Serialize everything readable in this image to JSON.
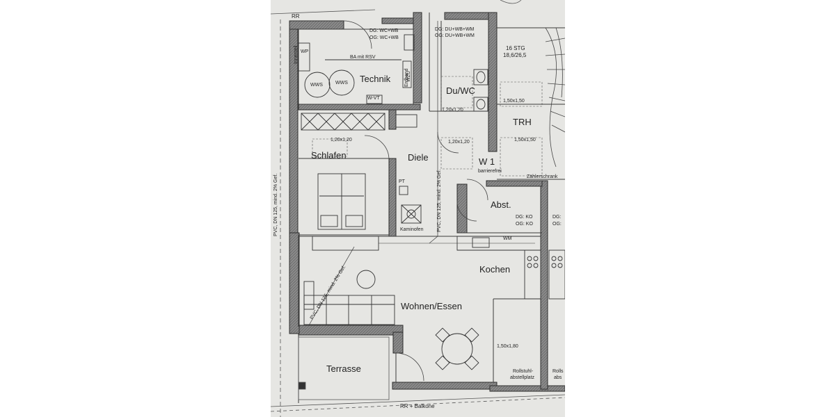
{
  "rooms": {
    "technik": "Technik",
    "du_wc": "Du/WC",
    "trh": "TRH",
    "schlafen": "Schlafen",
    "diele": "Diele",
    "w1": "W 1",
    "abst": "Abst.",
    "kochen": "Kochen",
    "wohnen": "Wohnen/Essen",
    "terrasse": "Terrasse"
  },
  "labels": {
    "rr_top": "RR",
    "rr_bottom": "RR + Balkone",
    "technik_dg": "DG: WC+WB",
    "technik_og": "OG: WC+WB",
    "duwc_dg": "DG: DU+WB+WM",
    "duwc_og": "OG: DU+WB+WM",
    "stairs_count": "16 STG",
    "stairs_dim": "18,6/26,5",
    "ba_rsv": "BA mit RSV",
    "erdband": "Erdband",
    "wp": "WP",
    "innen": "Innenteil",
    "wws1": "WWS",
    "wws2": "WWS",
    "wvt": "W-VT",
    "wzu": "WZU",
    "dim_duwc": "1,20x1,20",
    "dim_trh_top": "1,50x1,50",
    "dim_trh_mid": "1,50x1,50",
    "dim_schlafen": "1,20x1,20",
    "dim_diele": "1,20x1,20",
    "barrierefrei": "barrierefrei",
    "zaehler": "Zählerschrank",
    "pt": "PT",
    "kaminofen": "Kaminofen",
    "pipe_left": "PVC, DN 125, mind. 2% Gef.",
    "pipe_mid": "PVC, DN 125, mind. 2% Gef.",
    "pipe_diag": "PVC, DN 125, mind. 2% Gef.",
    "abst_dg": "DG: KO",
    "abst_og": "OG: KO",
    "abst_dg_r": "DG:",
    "abst_og_r": "OG:",
    "wm": "WM",
    "dim_kochen": "1,50x1,80",
    "rollstuhl1": "Rollstuhl-",
    "rollstuhl2": "abstellplatz",
    "rollstuhl_r1": "Rolls",
    "rollstuhl_r2": "abs"
  },
  "colors": {
    "paper": "#e6e6e3",
    "wall": "#8c8c8c",
    "wall_edge": "#2e2e2e",
    "line": "#3a3a3a"
  }
}
